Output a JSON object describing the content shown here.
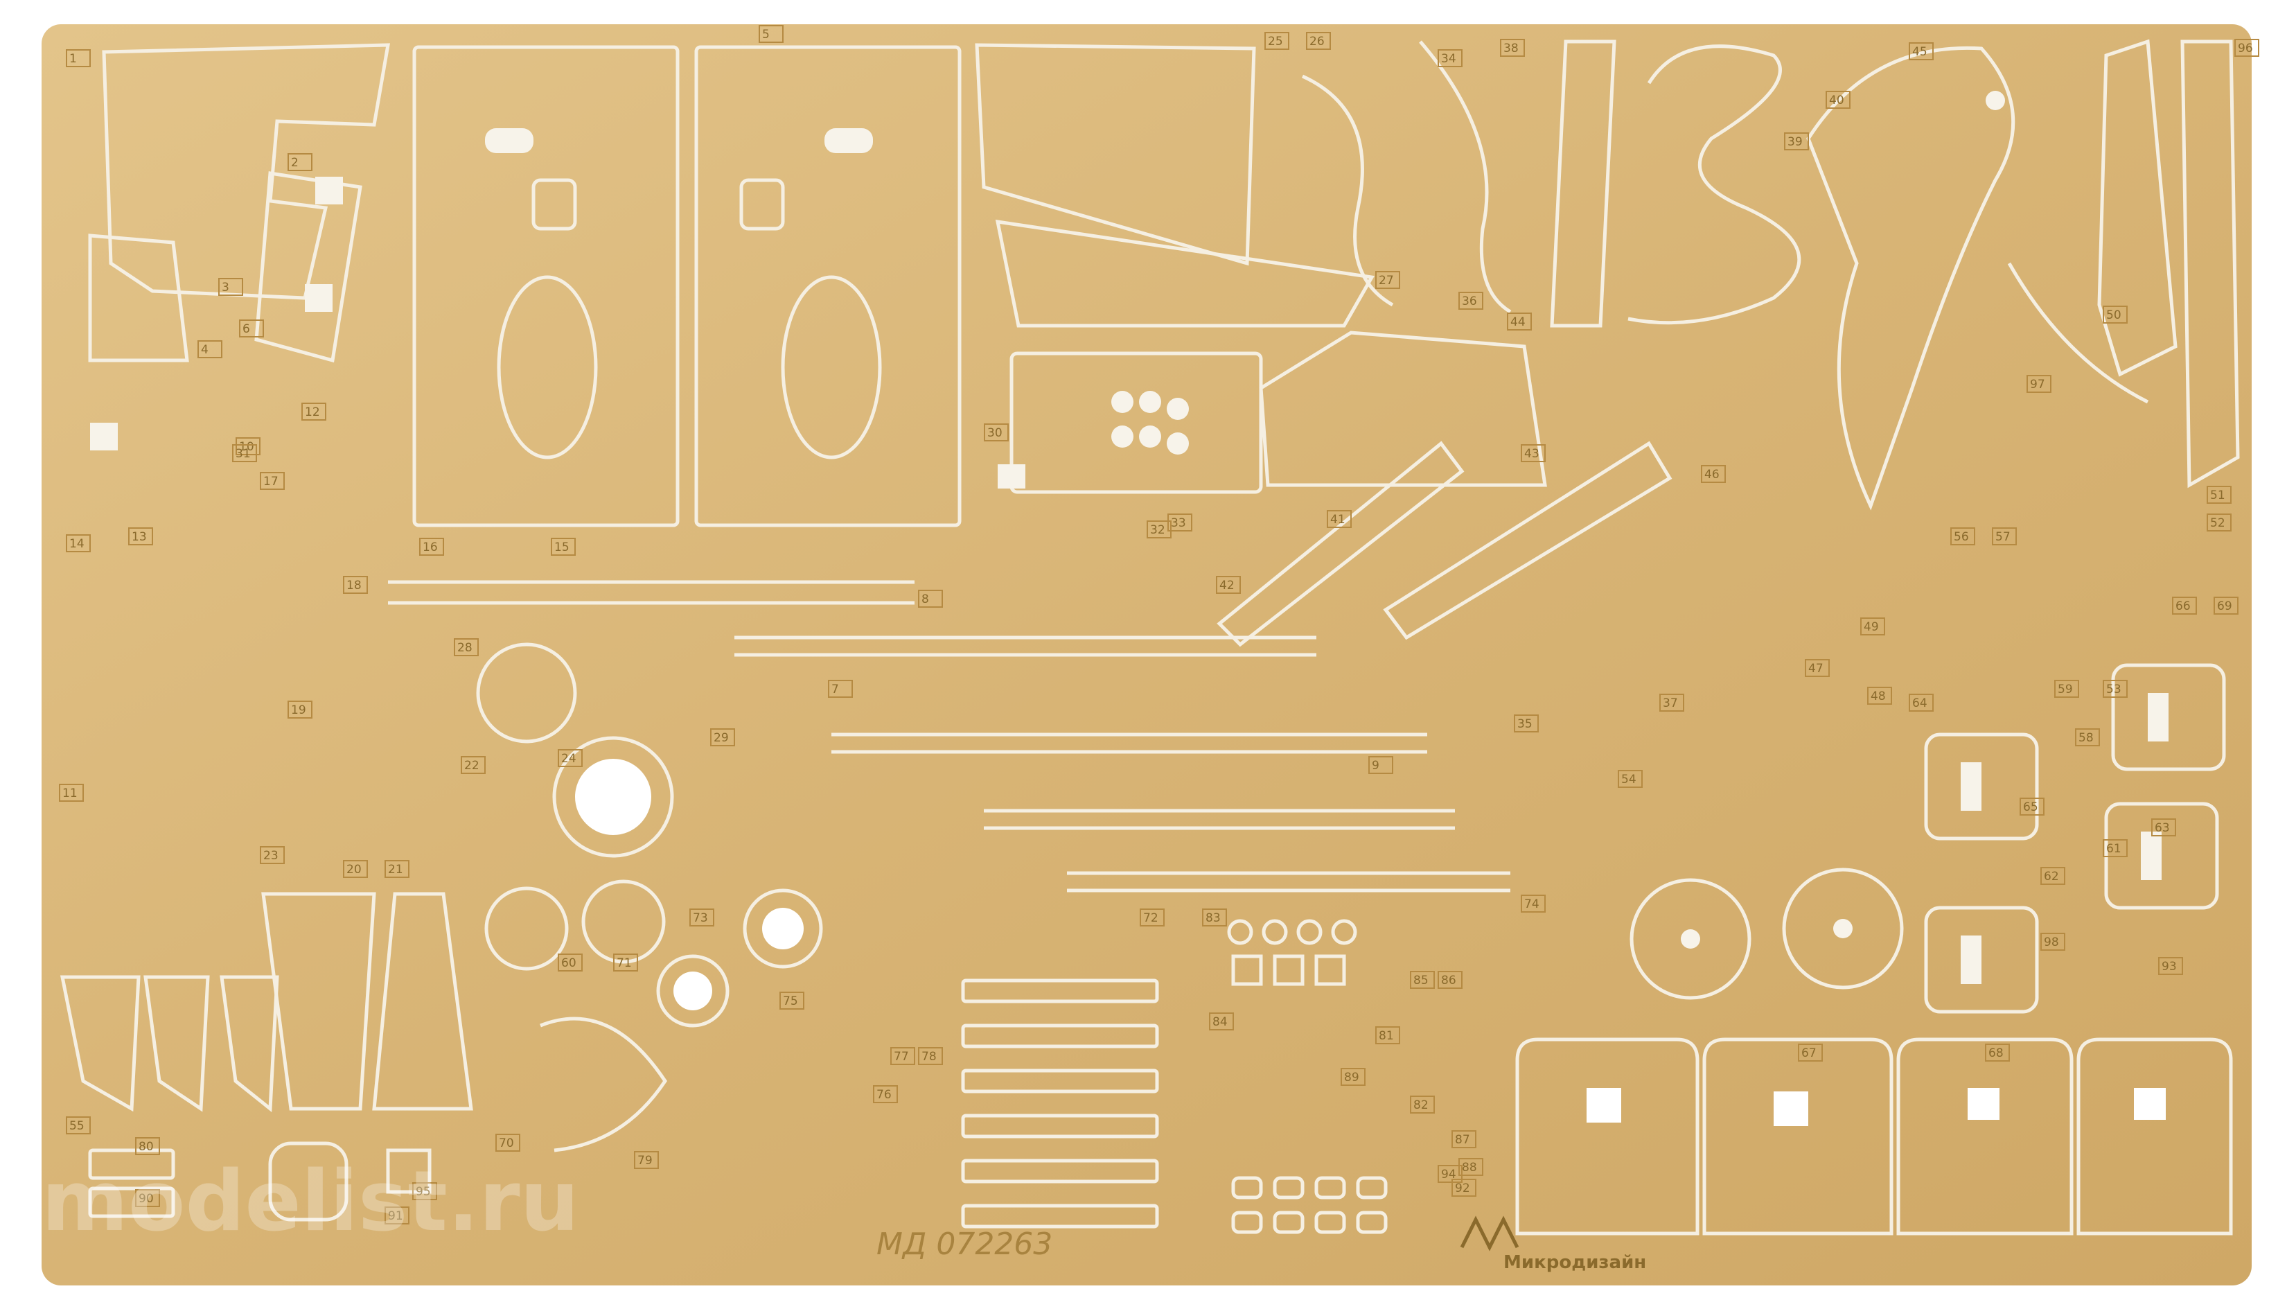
{
  "colors": {
    "background": "#ffffff",
    "brass": "#dcba7c",
    "brass_dark": "#c9a45f",
    "brass_light": "#ecd4a1",
    "cutout": "#f7f3ea",
    "label_box": "#b58a42",
    "marking": "#8a6a2c"
  },
  "fret": {
    "product_code": "МД 072263",
    "brand": "Микродизайн",
    "watermark": "modelist.ru",
    "part_numbers": [
      "1",
      "2",
      "3",
      "4",
      "5",
      "6",
      "7",
      "8",
      "9",
      "10",
      "11",
      "12",
      "13",
      "14",
      "15",
      "16",
      "17",
      "18",
      "19",
      "20",
      "21",
      "22",
      "23",
      "24",
      "25",
      "26",
      "27",
      "28",
      "29",
      "30",
      "31",
      "32",
      "33",
      "34",
      "35",
      "36",
      "37",
      "38",
      "39",
      "40",
      "41",
      "42",
      "43",
      "44",
      "45",
      "46",
      "47",
      "48",
      "49",
      "50",
      "51",
      "52",
      "53",
      "54",
      "55",
      "56",
      "57",
      "58",
      "59",
      "60",
      "61",
      "62",
      "63",
      "64",
      "65",
      "66",
      "67",
      "68",
      "69",
      "70",
      "71",
      "72",
      "73",
      "74",
      "75",
      "76",
      "77",
      "78",
      "79",
      "80",
      "81",
      "82",
      "83",
      "84",
      "85",
      "86",
      "87",
      "88",
      "89",
      "90",
      "91",
      "92",
      "93",
      "94",
      "95",
      "96",
      "97",
      "98"
    ]
  }
}
